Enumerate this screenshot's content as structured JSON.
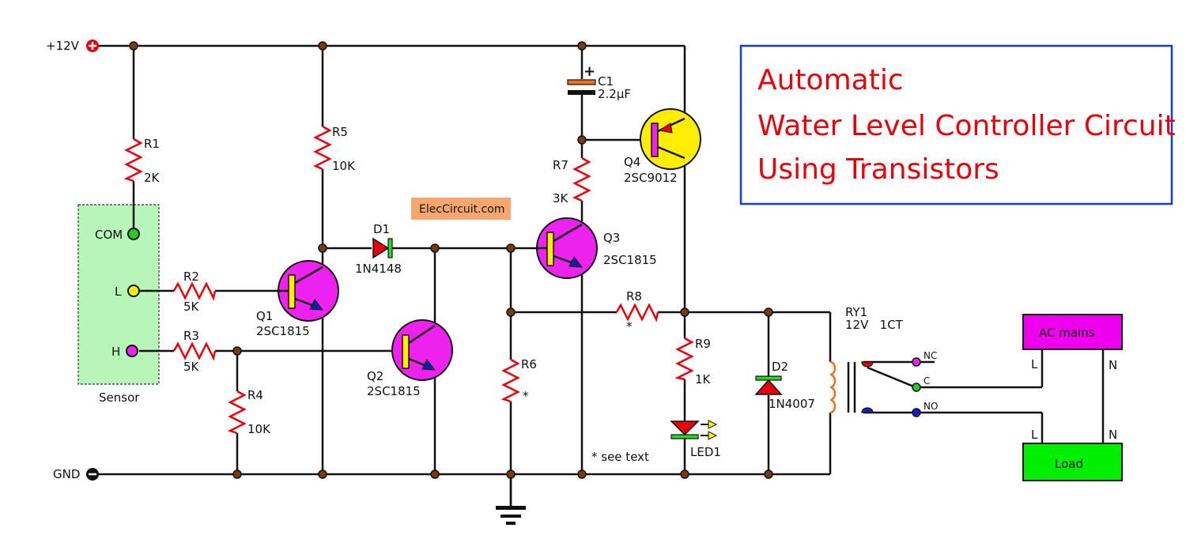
{
  "title": {
    "lines": [
      "Automatic",
      "Water Level Controller Circuit",
      "Using Transistors"
    ],
    "text_color": "#e8000b",
    "border_color": "#1040d8"
  },
  "watermark": "ElecCircuit.com",
  "power": {
    "vcc_label": "+12V",
    "gnd_label": "GND"
  },
  "sensor": {
    "label": "Sensor",
    "probes": [
      {
        "label": "COM",
        "color": "#22cc22"
      },
      {
        "label": "L",
        "color": "#ffee00"
      },
      {
        "label": "H",
        "color": "#ee22ee"
      }
    ]
  },
  "resistors": {
    "r1": {
      "name": "R1",
      "value": "2K"
    },
    "r2": {
      "name": "R2",
      "value": "5K"
    },
    "r3": {
      "name": "R3",
      "value": "5K"
    },
    "r4": {
      "name": "R4",
      "value": "10K"
    },
    "r5": {
      "name": "R5",
      "value": "10K"
    },
    "r6": {
      "name": "R6",
      "value": "*"
    },
    "r7": {
      "name": "R7",
      "value": "3K"
    },
    "r8": {
      "name": "R8",
      "value": "*"
    },
    "r9": {
      "name": "R9",
      "value": "1K"
    }
  },
  "transistors": {
    "q1": {
      "name": "Q1",
      "part": "2SC1815"
    },
    "q2": {
      "name": "Q2",
      "part": "2SC1815"
    },
    "q3": {
      "name": "Q3",
      "part": "2SC1815"
    },
    "q4": {
      "name": "Q4",
      "part": "2SC9012"
    }
  },
  "diodes": {
    "d1": {
      "name": "D1",
      "part": "1N4148"
    },
    "d2": {
      "name": "D2",
      "part": "1N4007"
    }
  },
  "capacitor": {
    "name": "C1",
    "value": "2.2µF",
    "polarity": "+"
  },
  "led": {
    "name": "LED1"
  },
  "relay": {
    "name": "RY1",
    "spec": "12V   1CT",
    "contacts": [
      {
        "label": "NC",
        "color": "#ee22ee"
      },
      {
        "label": "C",
        "color": "#22cc22"
      },
      {
        "label": "NO",
        "color": "#1020d0"
      }
    ]
  },
  "note": "* see text",
  "ac_mains": {
    "label": "AC mains",
    "color": "#ee00ee",
    "l": "L",
    "n": "N"
  },
  "load": {
    "label": "Load",
    "color": "#00ee00",
    "l": "L",
    "n": "N"
  }
}
